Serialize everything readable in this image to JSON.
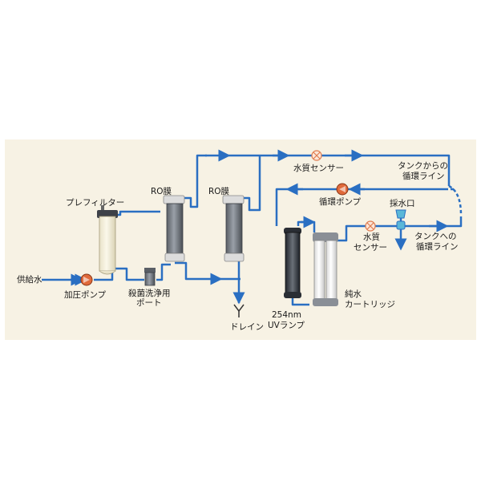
{
  "colors": {
    "background": "#f7f2e4",
    "pipe": "#2a6fc2",
    "pump": "#e06a3b",
    "sensor": "#e07b4e",
    "outlet": "#5ab7d8"
  },
  "labels": {
    "feed_water": "供給水",
    "pressure_pump": "加圧ポンプ",
    "prefilter": "プレフィルター",
    "sterilization_port_1": "殺菌洗浄用",
    "sterilization_port_2": "ポート",
    "ro_membrane_1": "RO膜",
    "ro_membrane_2": "RO膜",
    "drain": "ドレイン",
    "uv_lamp_1": "254nm",
    "uv_lamp_2": "UVランプ",
    "water_quality_sensor_top": "水質センサー",
    "circulation_pump": "循環ポンプ",
    "return_line_1": "タンクからの",
    "return_line_2": "循環ライン",
    "sampling_outlet": "採水口",
    "water_quality_sensor_1": "水質",
    "water_quality_sensor_2": "センサー",
    "tank_line_1": "タンクへの",
    "tank_line_2": "循環ライン",
    "pure_cartridge_1": "純水",
    "pure_cartridge_2": "カートリッジ"
  }
}
